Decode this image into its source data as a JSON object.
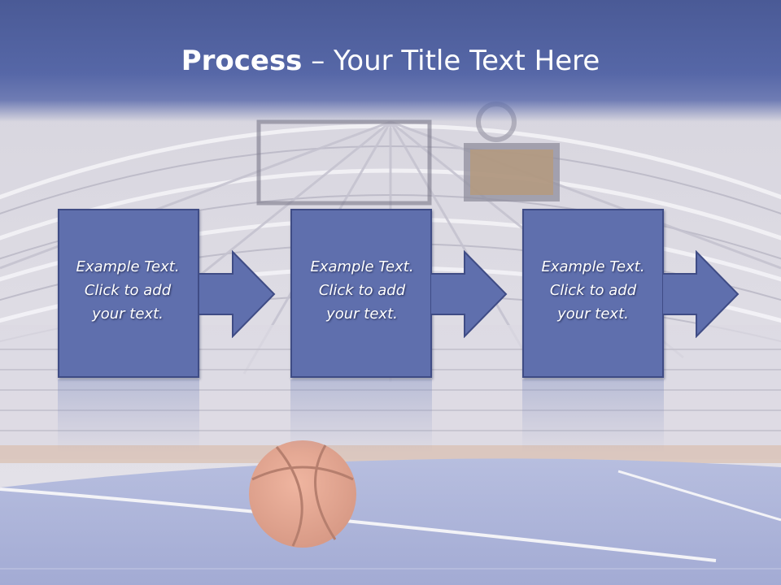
{
  "slide": {
    "title_bold": "Process",
    "title_rest": " – Your Title Text Here"
  },
  "steps": [
    {
      "line1": "Example Text.",
      "line2": "Click  to add",
      "line3": "your text."
    },
    {
      "line1": "Example Text.",
      "line2": "Click  to add",
      "line3": "your text."
    },
    {
      "line1": "Example Text.",
      "line2": "Click  to add",
      "line3": "your text."
    }
  ],
  "colors": {
    "title_bar": "#5667a7",
    "step_fill": "#5f6fad",
    "step_border": "#3f4c85",
    "court_floor": "#a8afd6",
    "ball": "#e6a58c"
  },
  "icons": [
    "right-arrow-icon",
    "basketball-icon"
  ]
}
